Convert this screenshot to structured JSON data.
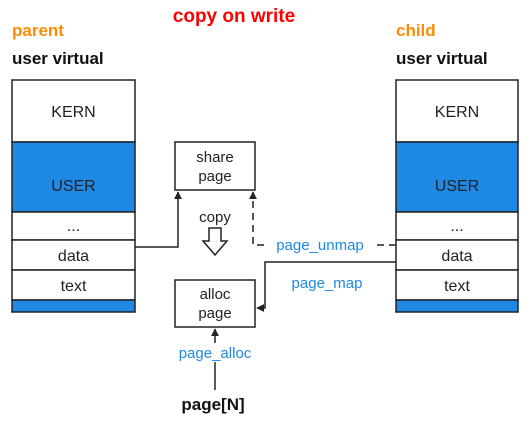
{
  "title": "copy on write",
  "parent": {
    "role": "parent",
    "heading": "user virtual",
    "segments": [
      "KERN",
      "USER",
      "...",
      "data",
      "text"
    ]
  },
  "child": {
    "role": "child",
    "heading": "user virtual",
    "segments": [
      "KERN",
      "USER",
      "...",
      "data",
      "text"
    ]
  },
  "share_page": {
    "line1": "share",
    "line2": "page"
  },
  "alloc_page": {
    "line1": "alloc",
    "line2": "page"
  },
  "labels": {
    "copy": "copy",
    "page_unmap": "page_unmap",
    "page_map": "page_map",
    "page_alloc": "page_alloc",
    "source": "page[N]"
  },
  "colors": {
    "title": "#ff0000",
    "role": "#ff8c00",
    "segment_fill": "#1e88e5",
    "op_label": "#1e88e5",
    "stroke": "#222222"
  }
}
